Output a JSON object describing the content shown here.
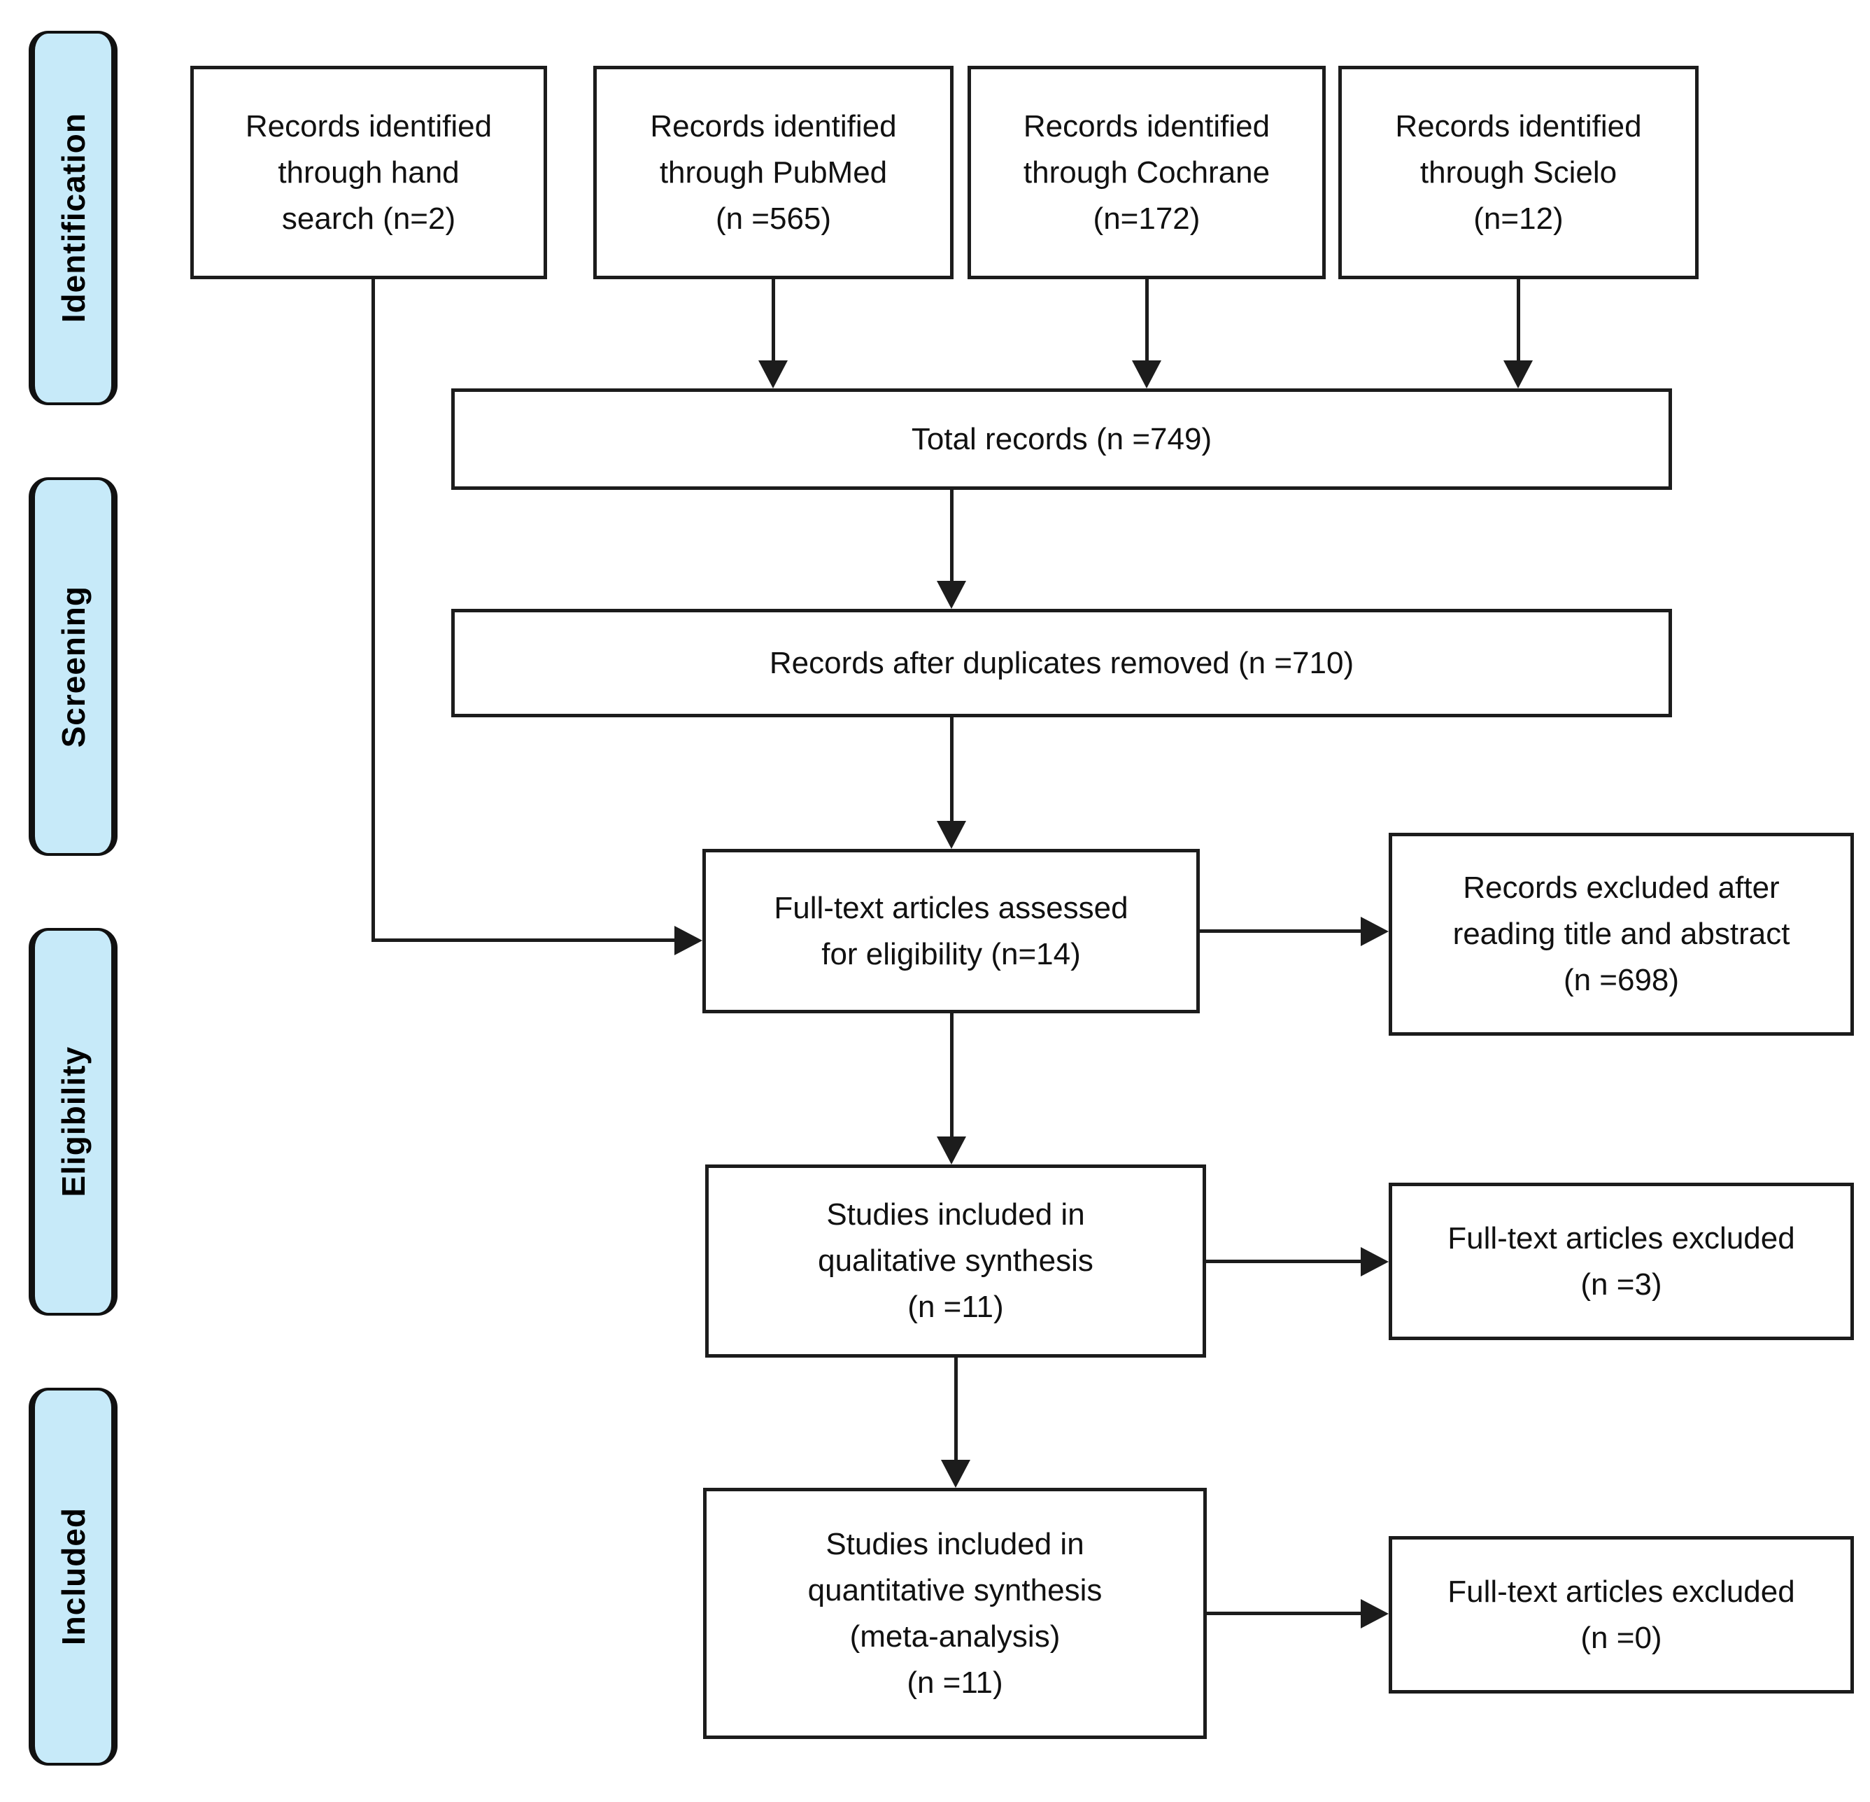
{
  "diagram": {
    "type": "PRISMA flow diagram",
    "stages": [
      {
        "label": "Identification"
      },
      {
        "label": "Screening"
      },
      {
        "label": "Eligibility"
      },
      {
        "label": "Included"
      }
    ],
    "boxes": {
      "hand_search": {
        "text": "Records identified\nthrough hand\nsearch (n=2)"
      },
      "pubmed": {
        "text": "Records identified\nthrough PubMed\n(n =565)"
      },
      "cochrane": {
        "text": "Records identified\nthrough Cochrane\n(n=172)"
      },
      "scielo": {
        "text": "Records identified\nthrough Scielo\n(n=12)"
      },
      "total_records": {
        "text": "Total records (n =749)"
      },
      "after_duplicates": {
        "text": "Records after duplicates removed (n =710)"
      },
      "full_text_assessed": {
        "text": "Full-text articles assessed\nfor eligibility (n=14)"
      },
      "excluded_title_abstract": {
        "text": "Records excluded after\nreading title and abstract\n(n =698)"
      },
      "qualitative_synthesis": {
        "text": "Studies included in\nqualitative synthesis\n(n =11)"
      },
      "full_text_excluded_3": {
        "text": "Full-text articles excluded\n(n =3)"
      },
      "quantitative_synthesis": {
        "text": "Studies included in\nquantitative synthesis\n(meta-analysis)\n(n =11)"
      },
      "full_text_excluded_0": {
        "text": "Full-text articles excluded\n(n =0)"
      }
    },
    "colors": {
      "stage_pill_fill": "#c7eaf9",
      "line": "#1c1c1c",
      "box_fill": "#ffffff",
      "text": "#111111"
    }
  }
}
